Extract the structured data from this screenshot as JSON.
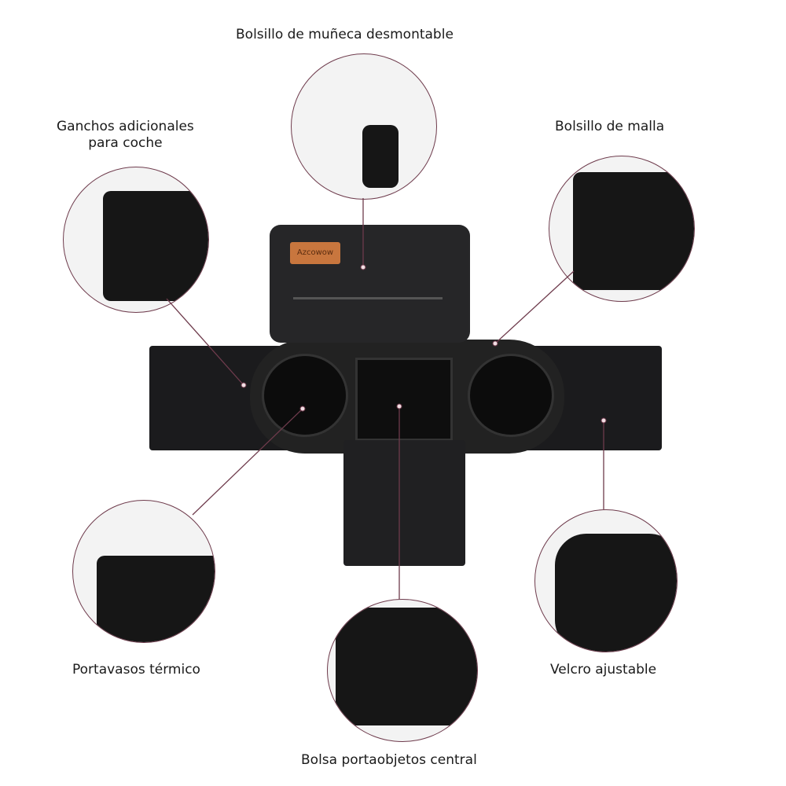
{
  "labels": {
    "wrist_pocket": "Bolsillo de muñeca desmontable",
    "hooks_line1": "Ganchos adicionales",
    "hooks_line2": "para coche",
    "mesh_pocket": "Bolsillo de malla",
    "cup_holder": "Portavasos térmico",
    "velcro": "Velcro ajustable",
    "central_bag": "Bolsa portaobjetos central"
  },
  "brand_tag": "Azcowow",
  "colors": {
    "accent": "#6e3b4c",
    "product": "#1b1b1d",
    "tag": "#c8763e"
  }
}
